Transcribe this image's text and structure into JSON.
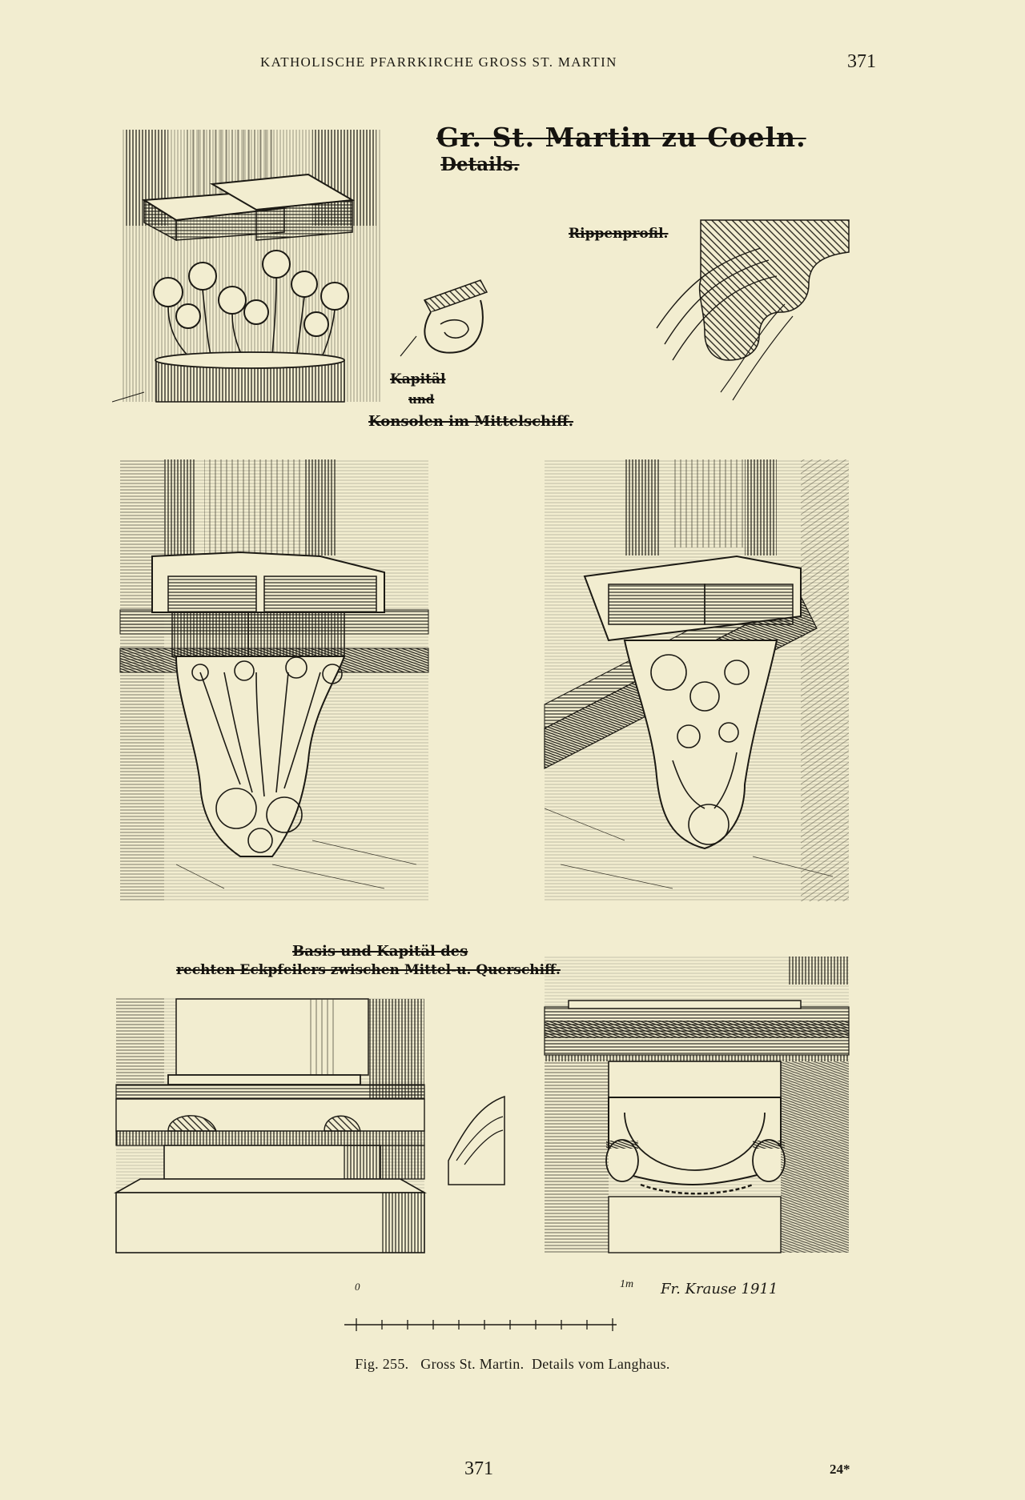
{
  "header": {
    "running_title": "KATHOLISCHE PFARRKIRCHE GROSS ST. MARTIN",
    "page_number": "371"
  },
  "plate": {
    "title": "Gr. St. Martin zu Coeln.",
    "subtitle": "Details.",
    "label_rippenprofil": "Rippenprofil.",
    "label_kapital": "Kapitäl",
    "label_und": "und",
    "label_konsolen": "Konsolen im Mittelschiff.",
    "label_basis_line1": "Basis und Kapitäl des",
    "label_basis_line2": "rechten Eckpfeilers zwischen Mittel-u. Querschiff.",
    "scale_start": "0",
    "scale_end": "1m",
    "signature": "Fr. Krause 1911"
  },
  "caption": {
    "fig_number": "Fig. 255.",
    "text": "Gross St. Martin.  Details vom Langhaus."
  },
  "footer": {
    "page_number": "371",
    "signature_mark": "24*"
  },
  "colors": {
    "paper": "#f2edd0",
    "ink": "#1c1a14"
  }
}
